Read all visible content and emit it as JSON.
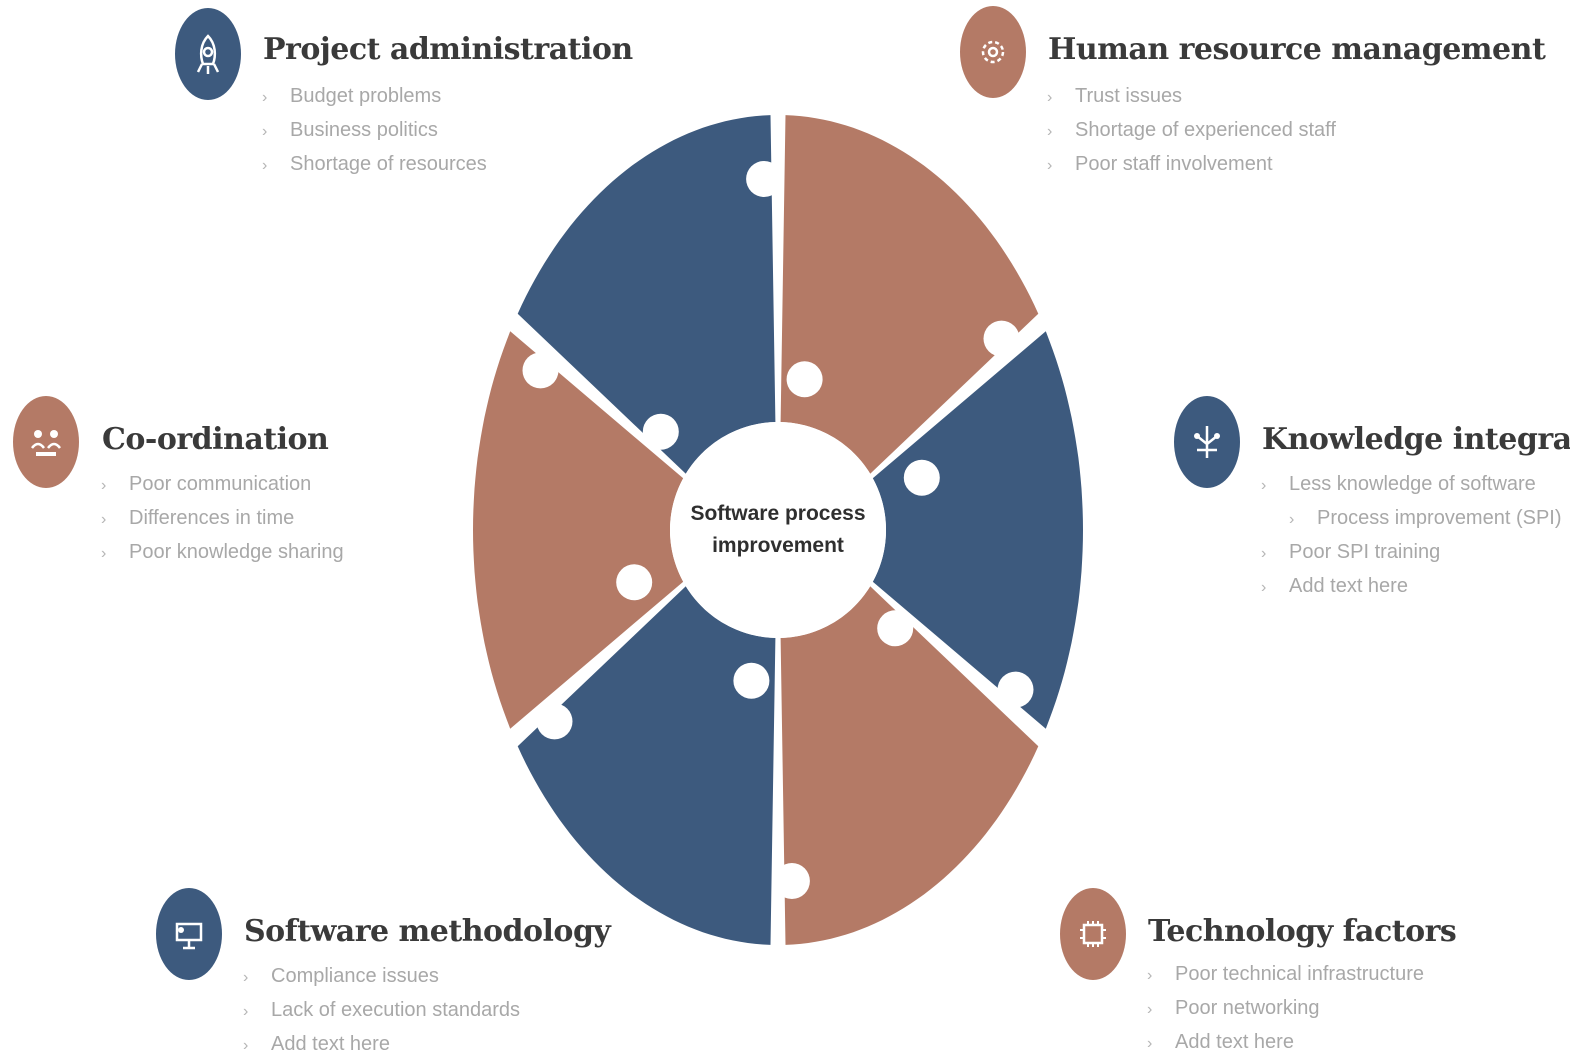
{
  "colors": {
    "blue": "#3d5a7e",
    "brown": "#b47a66",
    "background": "#ffffff",
    "heading": "#3a3a3a",
    "bullet_text": "#a8a8a8"
  },
  "center": {
    "line1": "Software process",
    "line2": "improvement"
  },
  "categories": [
    {
      "id": "project-administration",
      "title": "Project administration",
      "color": "blue",
      "icon": "rocket-icon",
      "items": [
        "Budget problems",
        "Business politics",
        "Shortage of resources"
      ]
    },
    {
      "id": "human-resource-management",
      "title": "Human resource management",
      "color": "brown",
      "icon": "gear-icon",
      "items": [
        "Trust issues",
        "Shortage of experienced staff",
        "Poor staff involvement"
      ]
    },
    {
      "id": "coordination",
      "title": "Co-ordination",
      "color": "brown",
      "icon": "people-icon",
      "items": [
        "Poor communication",
        "Differences  in time",
        "Poor knowledge  sharing"
      ]
    },
    {
      "id": "knowledge-integration",
      "title": "Knowledge integration",
      "color": "blue",
      "icon": "network-icon",
      "items": [
        "Less knowledge of software",
        "Process improvement  (SPI)",
        "Poor SPI training",
        "Add text here"
      ]
    },
    {
      "id": "software-methodology",
      "title": "Software methodology",
      "color": "blue",
      "icon": "presentation-icon",
      "items": [
        "Compliance  issues",
        "Lack of execution standards",
        "Add text here"
      ]
    },
    {
      "id": "technology-factors",
      "title": "Technology factors",
      "color": "brown",
      "icon": "chip-icon",
      "items": [
        "Poor technical infrastructure",
        "Poor networking",
        "Add text here"
      ]
    }
  ]
}
